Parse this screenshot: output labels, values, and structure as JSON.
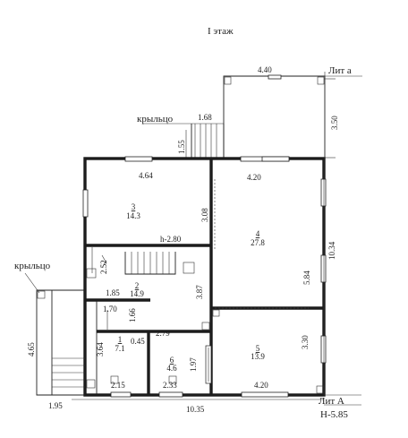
{
  "title": "I этаж",
  "labels": {
    "porch_top": "крыльцо",
    "porch_left": "крыльцо",
    "lit_a": "Лит а",
    "lit_big_a": "Лит А",
    "height_total": "Н-5.85",
    "ceiling_height": "h-2.80"
  },
  "rooms": [
    {
      "number": "3",
      "area": "14.3"
    },
    {
      "number": "4",
      "area": "27.8"
    },
    {
      "number": "2",
      "area": "14.9"
    },
    {
      "number": "1",
      "area": "7.1"
    },
    {
      "number": "6",
      "area": "4.6"
    },
    {
      "number": "5",
      "area": "13.9"
    }
  ],
  "dimensions": {
    "d_440": "4.40",
    "d_350": "3.50",
    "d_168": "1.68",
    "d_155": "1.55",
    "d_464": "4.64",
    "d_420_top": "4.20",
    "d_308": "3.08",
    "d_1034": "10.34",
    "d_584": "5.84",
    "d_252": "2.52",
    "d_185": "1.85",
    "d_387": "3.87",
    "d_170": "1.70",
    "d_166": "1.66",
    "d_364": "3.64",
    "d_045": "0.45",
    "d_279": "2.79",
    "d_197": "1.97",
    "d_330": "3.30",
    "d_465": "4.65",
    "d_215": "2.15",
    "d_233": "2.33",
    "d_420_bottom": "4.20",
    "d_195": "1.95",
    "d_1035": "10.35"
  }
}
